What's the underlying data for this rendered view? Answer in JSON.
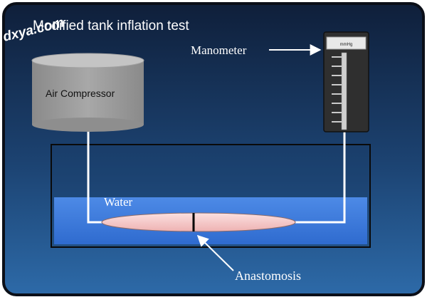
{
  "title": "Modified tank inflation test",
  "watermark": "dxya.com",
  "labels": {
    "air_compressor": "Air Compressor",
    "manometer": "Manometer",
    "gauge_unit": "mmHg",
    "water": "Water",
    "anastomosis": "Anastomosis"
  },
  "colors": {
    "panel_top": "#0f1f3a",
    "panel_bottom": "#2d6aa8",
    "water": "#3b7ce0",
    "tube": "#ffffff",
    "vessel": "#f4c6c6",
    "compressor": "#9a9a9a",
    "manometer": "#3a3a3a"
  }
}
